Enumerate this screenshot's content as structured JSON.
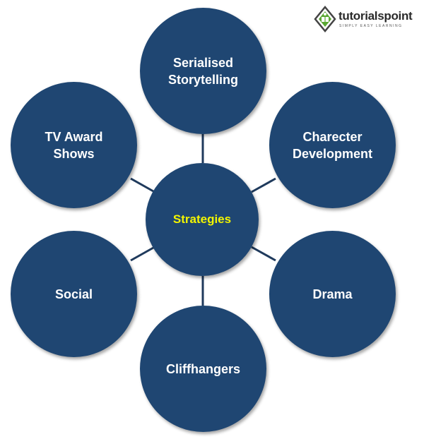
{
  "brand": {
    "name": "tutorialspoint",
    "tagline": "SIMPLY EASY LEARNING"
  },
  "diagram": {
    "hub": "Strategies",
    "nodes": {
      "serialised": {
        "line1": "Serialised",
        "line2": "Storytelling"
      },
      "tv_award": {
        "line1": "TV Award",
        "line2": "Shows"
      },
      "charecter": {
        "line1": "Charecter",
        "line2": "Development"
      },
      "social": "Social",
      "drama": "Drama",
      "cliffhangers": "Cliffhangers"
    }
  },
  "colors": {
    "node_fill": "#1f4672",
    "hub_text": "#f3f500",
    "connector": "#1f3a5c",
    "logo_green": "#5aa832"
  }
}
